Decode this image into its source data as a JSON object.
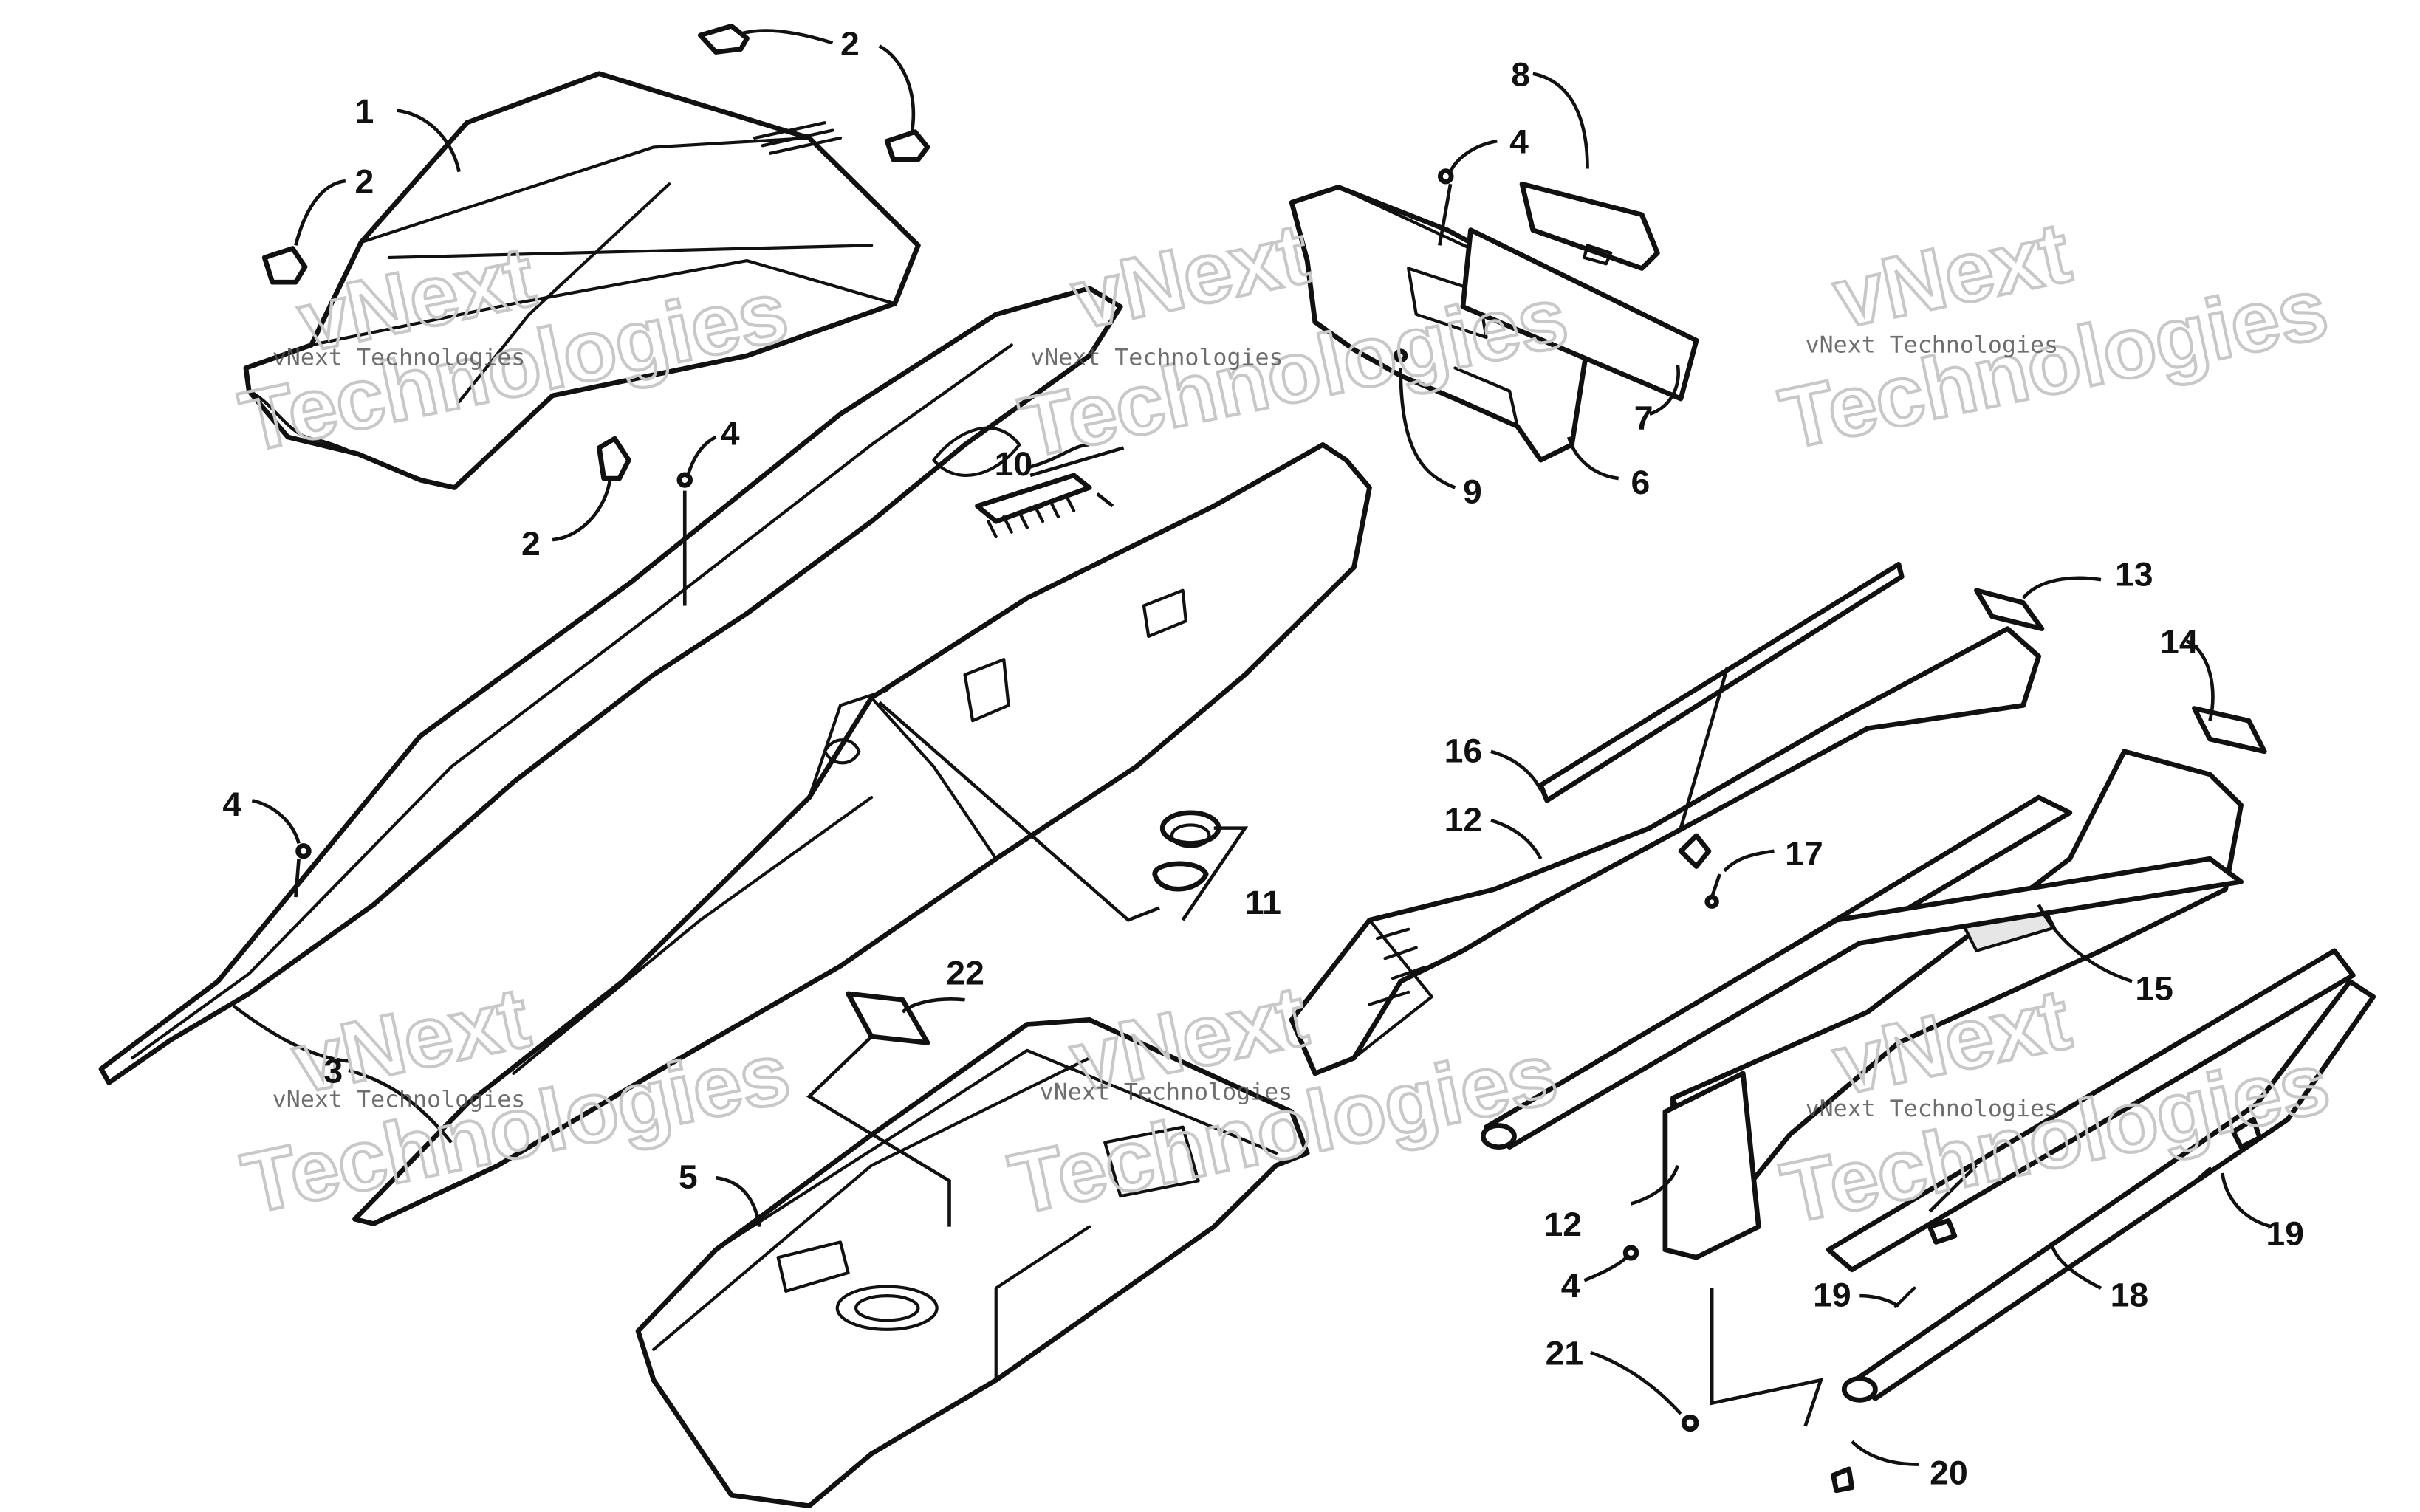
{
  "watermark": {
    "company_line": "vNext Technologies",
    "big_word": "Technologies",
    "small_word": "vNext"
  },
  "callouts": {
    "c1": "1",
    "c2a": "2",
    "c2b": "2",
    "c2c": "2",
    "c3": "3",
    "c4a": "4",
    "c4b": "4",
    "c4c": "4",
    "c4d": "4",
    "c5": "5",
    "c6": "6",
    "c7": "7",
    "c8": "8",
    "c9": "9",
    "c10": "10",
    "c11": "11",
    "c12a": "12",
    "c12b": "12",
    "c13": "13",
    "c14": "14",
    "c15": "15",
    "c16": "16",
    "c17": "17",
    "c18": "18",
    "c19a": "19",
    "c19b": "19",
    "c20": "20",
    "c21": "21",
    "c22": "22"
  }
}
